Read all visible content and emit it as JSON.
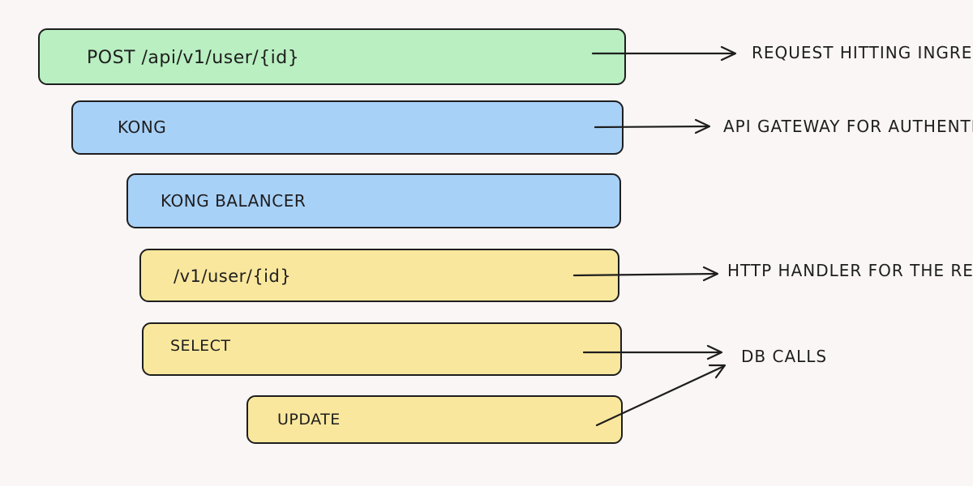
{
  "layers": [
    {
      "id": "request",
      "label": "POST /api/v1/user/{id}",
      "color": "#b9efc1",
      "note": "REQUEST HITTING INGRESS"
    },
    {
      "id": "kong",
      "label": "KONG",
      "color": "#a8d1f8",
      "note": "API GATEWAY FOR AUTHENTICATION"
    },
    {
      "id": "kong-balancer",
      "label": "KONG BALANCER",
      "color": "#a8d1f8",
      "note": ""
    },
    {
      "id": "handler",
      "label": "/v1/user/{id}",
      "color": "#f9e79d",
      "note": "HTTP HANDLER FOR THE REQUEST"
    },
    {
      "id": "select",
      "label": "SELECT",
      "color": "#f9e79d",
      "note": ""
    },
    {
      "id": "update",
      "label": "UPDATE",
      "color": "#f9e79d",
      "note": ""
    }
  ],
  "db_calls_note": "DB CALLS"
}
